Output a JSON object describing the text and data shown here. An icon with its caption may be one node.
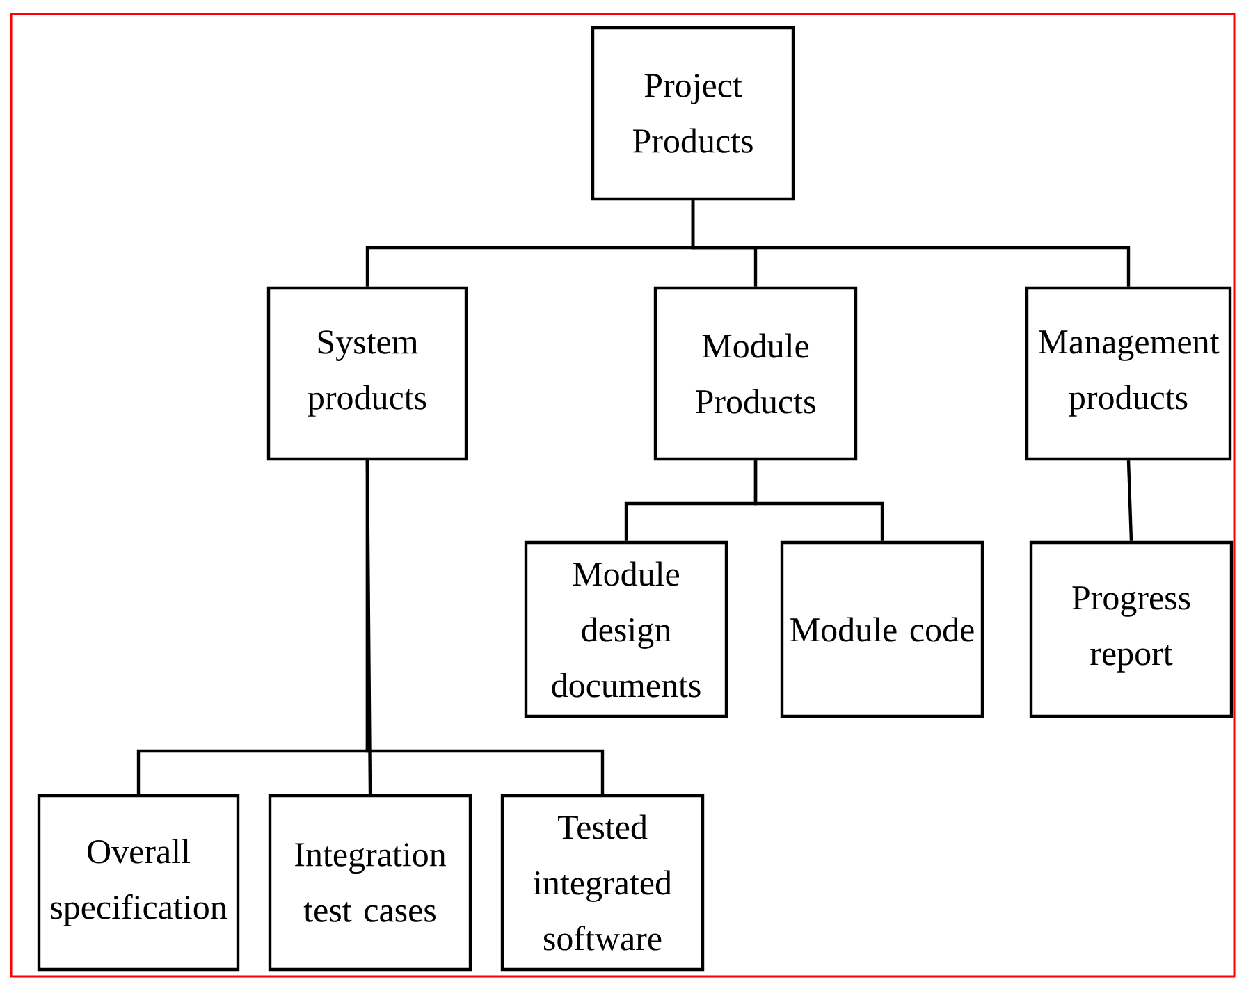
{
  "diagram": {
    "nodes": [
      {
        "text": [
          "Project Products"
        ]
      },
      {
        "text": [
          "System products"
        ]
      },
      {
        "text": [
          "Module Products"
        ]
      },
      {
        "text": [
          "Management products"
        ]
      },
      {
        "text": [
          "Module design documents"
        ]
      },
      {
        "text": [
          "Module code"
        ]
      },
      {
        "text": [
          "Progress report"
        ]
      },
      {
        "text": [
          "Overall specification"
        ]
      },
      {
        "text": [
          "Integration test cases"
        ]
      },
      {
        "text": [
          "Tested integrated software"
        ]
      }
    ],
    "edges": [
      {
        "from": 0,
        "to": 1,
        "arrow": "none"
      },
      {
        "from": 0,
        "to": 2,
        "arrow": "none"
      },
      {
        "from": 0,
        "to": 3,
        "arrow": "none"
      },
      {
        "from": 2,
        "to": 4,
        "arrow": "none"
      },
      {
        "from": 2,
        "to": 5,
        "arrow": "none"
      },
      {
        "from": 3,
        "to": 6,
        "arrow": "none"
      },
      {
        "from": 1,
        "to": 7,
        "arrow": "none"
      },
      {
        "from": 1,
        "to": 8,
        "arrow": "none"
      },
      {
        "from": 1,
        "to": 9,
        "arrow": "none"
      }
    ]
  }
}
